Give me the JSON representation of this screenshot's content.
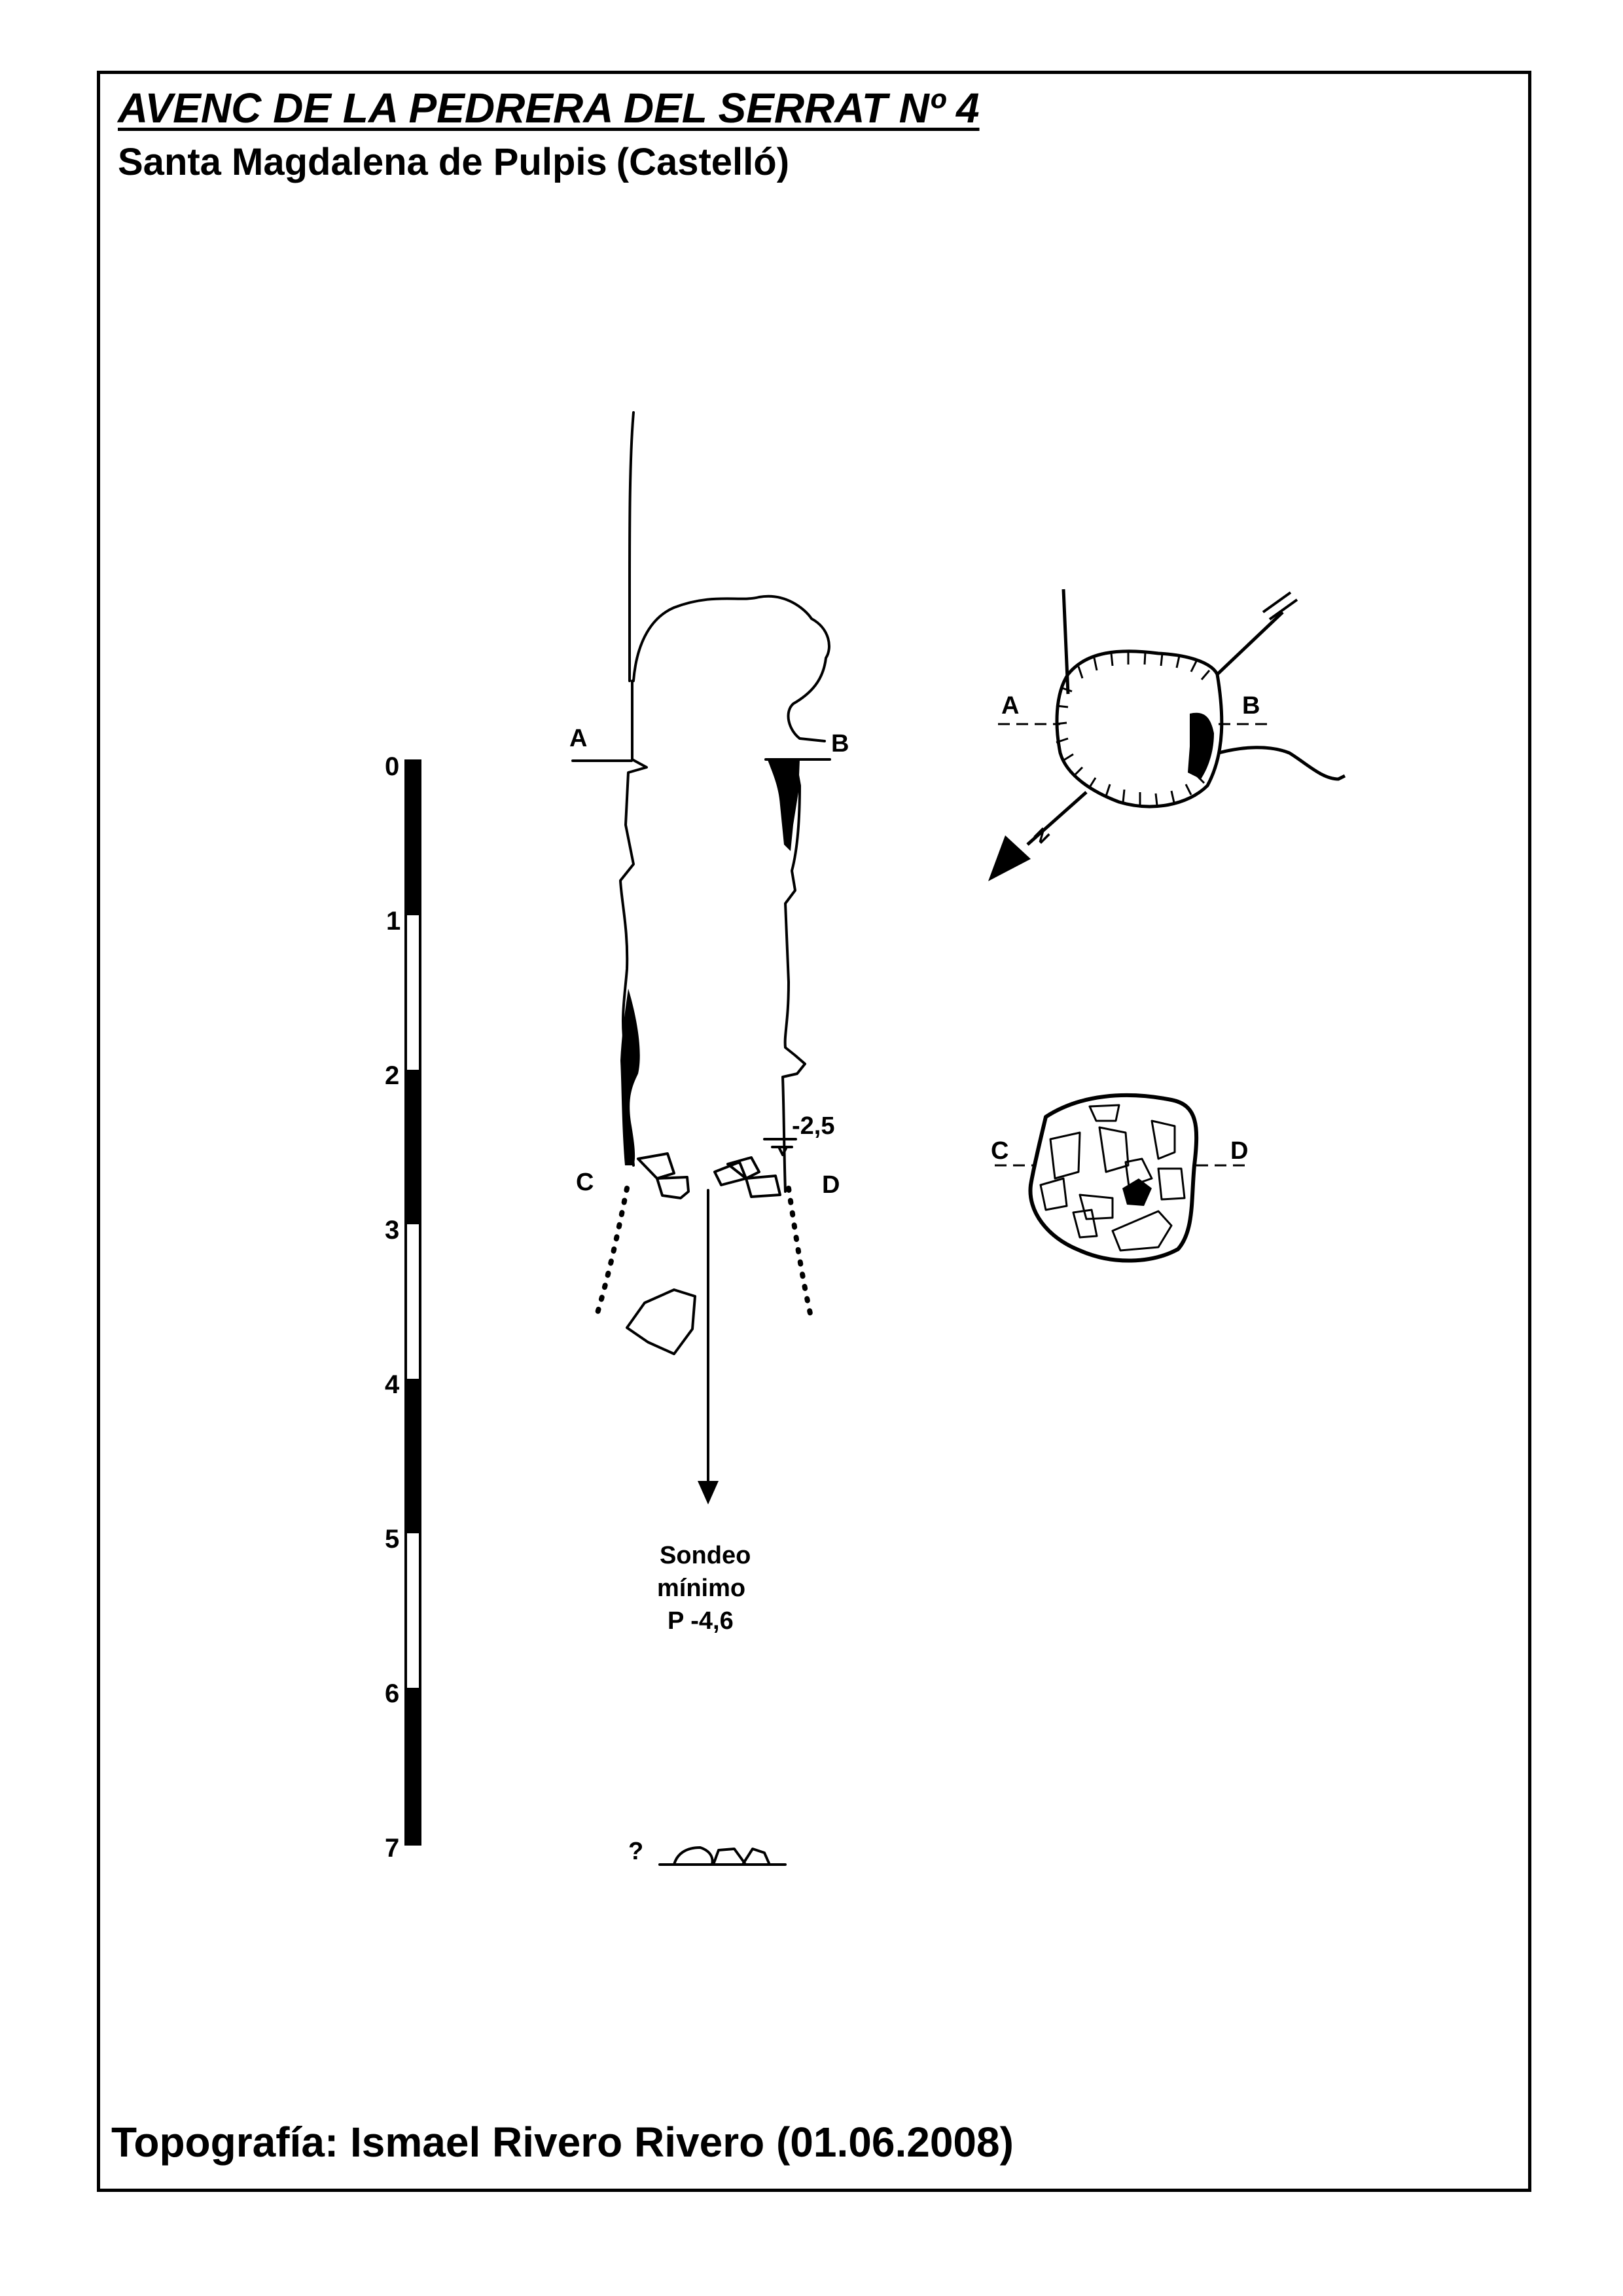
{
  "header": {
    "title": "AVENC DE LA PEDRERA DEL SERRAT Nº 4",
    "location": "Santa Magdalena de Pulpis",
    "province": "(Castelló)"
  },
  "footer": {
    "credit": "Topografía: Ismael Rivero Rivero (01.06.2008)"
  },
  "scale_bar": {
    "ticks": [
      "0",
      "1",
      "2",
      "3",
      "4",
      "5",
      "6",
      "7"
    ]
  },
  "section_labels": {
    "a": "A",
    "b": "B",
    "c": "C",
    "d": "D"
  },
  "annotations": {
    "depth_mark": "-2,5",
    "sounding_line1": "Sondeo",
    "sounding_line2": "mínimo",
    "sounding_line3": "P -4,6",
    "unknown": "?"
  },
  "icons": {
    "north": "north-arrow-icon"
  }
}
